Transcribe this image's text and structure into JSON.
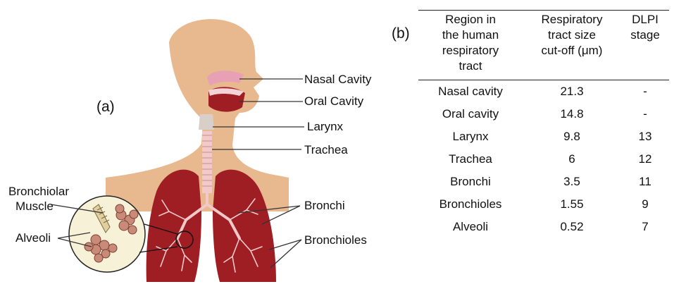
{
  "figure_a": {
    "label": "(a)",
    "annotations": {
      "nasal_cavity": "Nasal Cavity",
      "oral_cavity": "Oral Cavity",
      "larynx": "Larynx",
      "trachea": "Trachea",
      "bronchiolar_muscle_line1": "Bronchiolar",
      "bronchiolar_muscle_line2": "Muscle",
      "alveoli": "Alveoli",
      "bronchi": "Bronchi",
      "bronchioles": "Bronchioles"
    },
    "colors": {
      "skin": "#e8b88e",
      "lung": "#9e1e24",
      "airway": "#f2c8c8",
      "cavity": "#e7a0b4"
    }
  },
  "table_b": {
    "label": "(b)",
    "headers": [
      [
        "Region in",
        "the human",
        "respiratory",
        "tract"
      ],
      [
        "Respiratory",
        "tract size",
        "cut-off (μm)"
      ],
      [
        "DLPI",
        "stage"
      ]
    ],
    "rows": [
      [
        "Nasal cavity",
        "21.3",
        "-"
      ],
      [
        "Oral cavity",
        "14.8",
        "-"
      ],
      [
        "Larynx",
        "9.8",
        "13"
      ],
      [
        "Trachea",
        "6",
        "12"
      ],
      [
        "Bronchi",
        "3.5",
        "11"
      ],
      [
        "Bronchioles",
        "1.55",
        "9"
      ],
      [
        "Alveoli",
        "0.52",
        "7"
      ]
    ]
  }
}
